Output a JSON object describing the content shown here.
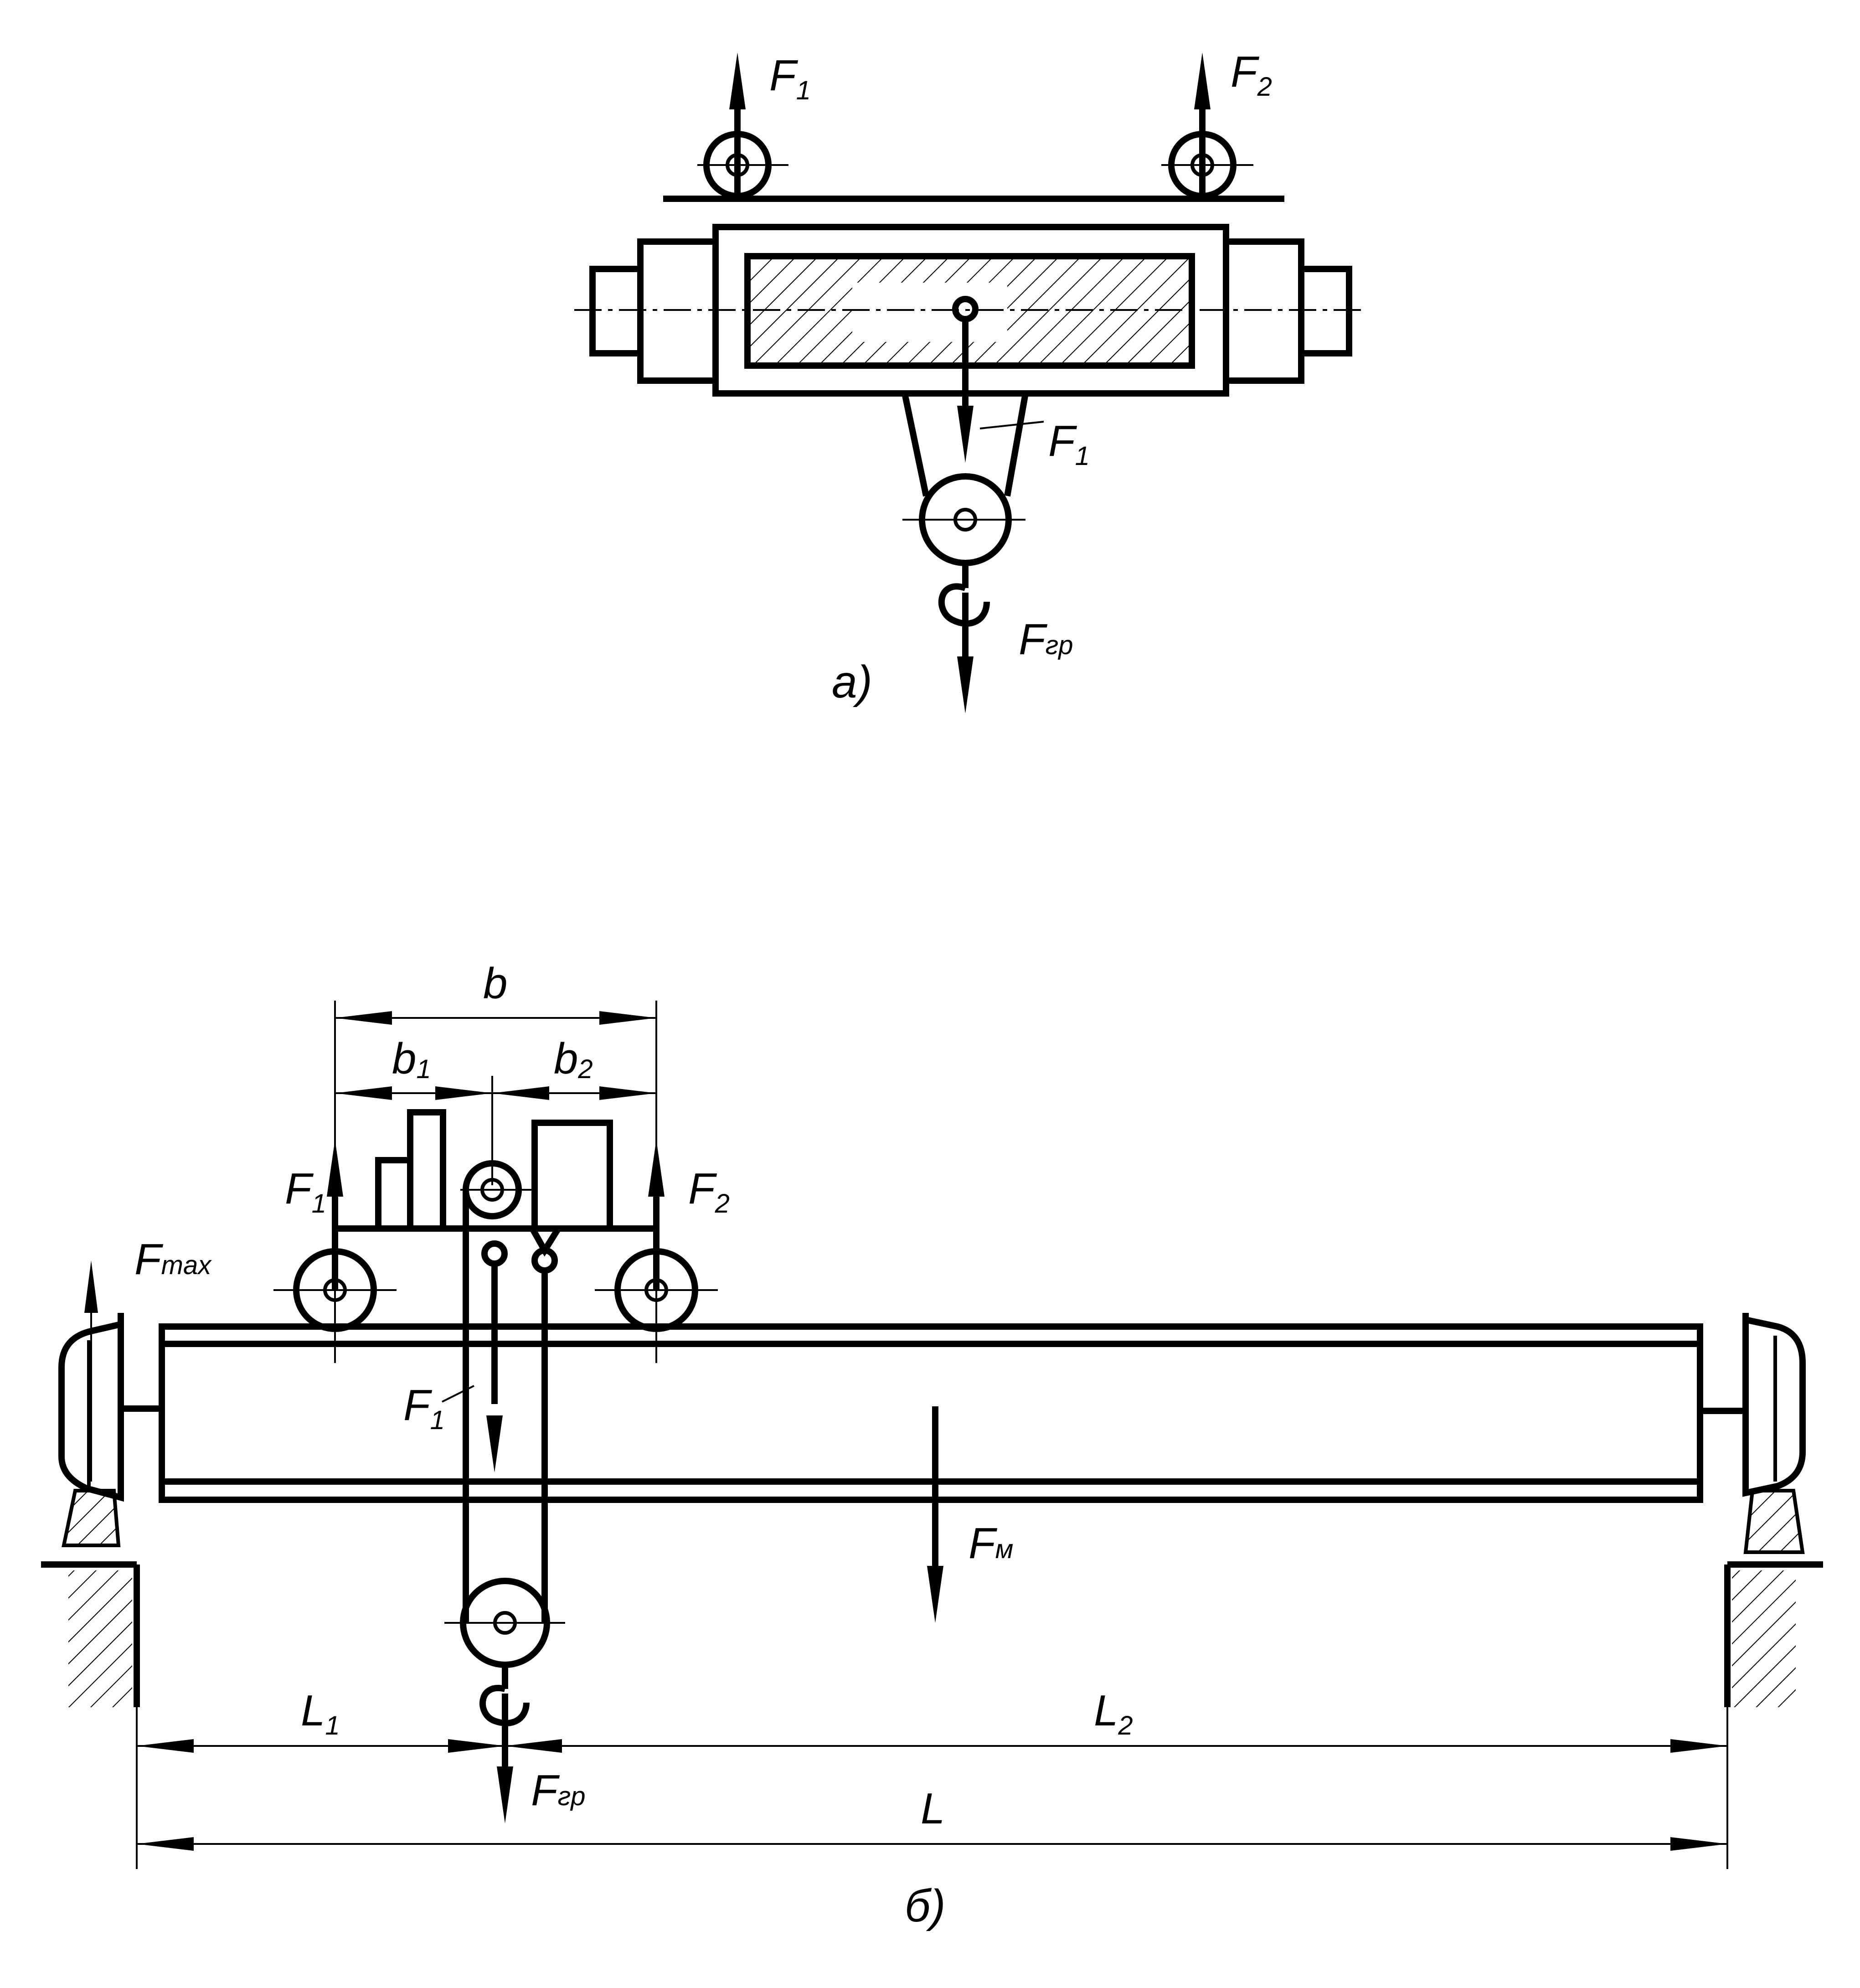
{
  "diagram": {
    "top_view": {
      "force_left": "F",
      "force_left_sub": "1",
      "force_right": "F",
      "force_right_sub": "2",
      "rope_force": "F",
      "rope_force_sub": "1",
      "load_force": "F",
      "load_force_sub": "гр",
      "caption": "а)"
    },
    "bottom_view": {
      "dim_b": "b",
      "dim_b1": "b",
      "dim_b1_sub": "1",
      "dim_b2": "b",
      "dim_b2_sub": "2",
      "force_left": "F",
      "force_left_sub": "1",
      "force_right": "F",
      "force_right_sub": "2",
      "f_max": "F",
      "f_max_sub": "max",
      "rope_force": "F",
      "rope_force_sub": "1",
      "beam_force": "F",
      "beam_force_sub": "м",
      "load_force": "F",
      "load_force_sub": "гр",
      "dim_L1": "L",
      "dim_L1_sub": "1",
      "dim_L2": "L",
      "dim_L2_sub": "2",
      "dim_L": "L",
      "caption": "б)"
    }
  }
}
